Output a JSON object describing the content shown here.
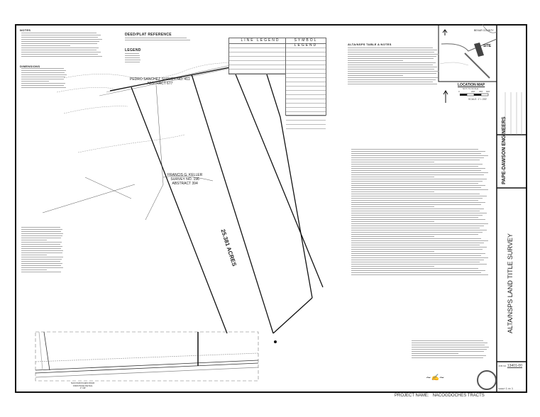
{
  "notes": {
    "title": "NOTES",
    "items": [
      "1)",
      "2)",
      "3)",
      "4)"
    ]
  },
  "dimensions_title": "DIMENSIONS",
  "deed_ref": {
    "title": "DEED/PLAT REFERENCE"
  },
  "legend": {
    "title": "LEGEND"
  },
  "line_legend": {
    "title": "LINE LEGEND",
    "rows": 7
  },
  "symbol_legend": {
    "title": "SYMBOL LEGEND",
    "rows": 22
  },
  "alta_notes": {
    "title": "ALTA/NSPS TABLE A NOTES"
  },
  "location_map": {
    "title": "LOCATION MAP",
    "subtitle": "NOT-TO-SCALE",
    "site_label": "SITE",
    "county_label": "BEXAR COUNTY"
  },
  "scale": {
    "ticks": [
      "0",
      "200'",
      "400'",
      "600'"
    ],
    "label": "SCALE: 1\"= 200'"
  },
  "surveys": [
    {
      "name": "PEDRO SANCHEZ SURVEY NO. 411",
      "abstract": "ABSTRACT 677"
    },
    {
      "name": "FRANCIS G. KELLER",
      "survey": "SURVEY NO. 196",
      "abstract": "ABSTRACT 394"
    }
  ],
  "tract": {
    "acreage": "25.381 ACRES"
  },
  "frontage_detail": {
    "title": "NACOGDOCHES ROAD",
    "subtitle": "FRONTAGE DETAIL",
    "scale": "1\"=40'"
  },
  "title_block": {
    "firm": "PAPE-DAWSON ENGINEERS",
    "drawing_title": "ALTA/NSPS LAND TITLE SURVEY",
    "job_no_label": "JOB NO.",
    "job_no": "13401-00",
    "sheet_label": "SHEET",
    "sheet": "1",
    "of_label": "OF",
    "sheet_total": "1"
  },
  "project": {
    "label": "PROJECT NAME:",
    "name": "NACOGDOCHES TRACTS"
  },
  "colors": {
    "line": "#111111",
    "hatch": "#555555"
  }
}
